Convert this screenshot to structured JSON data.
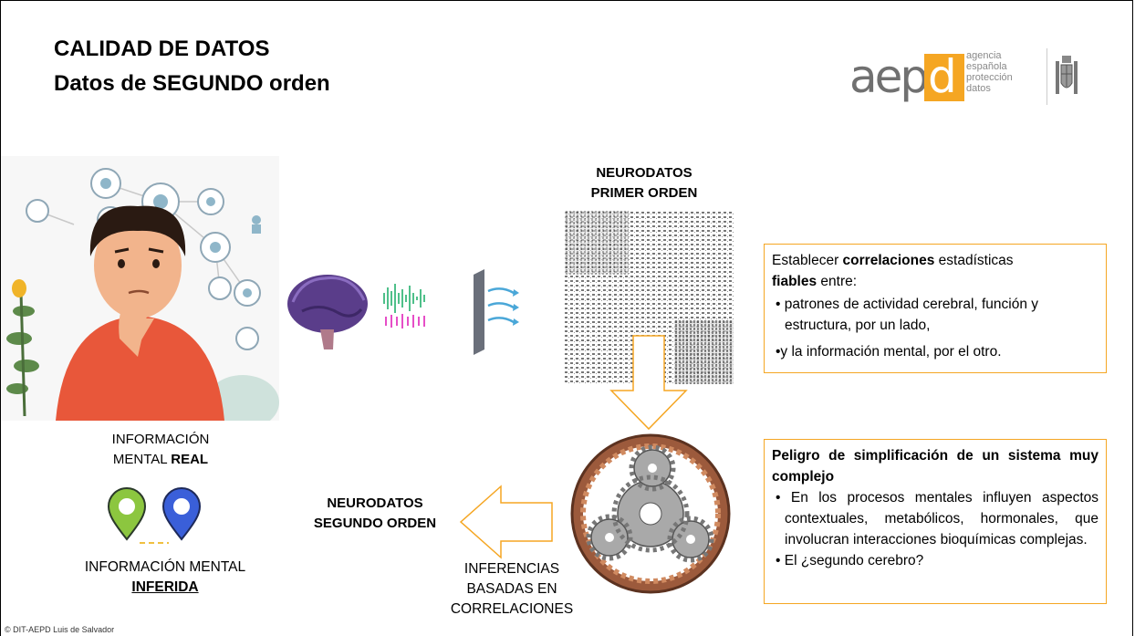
{
  "title": {
    "line1": "CALIDAD DE DATOS",
    "line2": "Datos de SEGUNDO orden"
  },
  "logo": {
    "word": "aepd",
    "lines": [
      "agencia",
      "española",
      "protección",
      "datos"
    ]
  },
  "labels": {
    "first_order_1": "NEURODATOS",
    "first_order_2": "PRIMER ORDEN",
    "real_1": "INFORMACIÓN",
    "real_2": "MENTAL ",
    "real_bold": "REAL",
    "inferred_1": "INFORMACIÓN MENTAL",
    "inferred_bold": "INFERIDA",
    "second_order_1": "NEURODATOS",
    "second_order_2": "SEGUNDO ORDEN",
    "inferences_1": "INFERENCIAS",
    "inferences_2": "BASADAS EN",
    "inferences_3": "CORRELACIONES"
  },
  "box1": {
    "pre": "Establecer ",
    "bold1": "correlaciones",
    "mid": " estadísticas",
    "bold2": "fiables",
    "post": " entre:",
    "bullets": [
      "• patrones de actividad cerebral, función y estructura, por un lado,",
      "•y la información mental, por el otro."
    ]
  },
  "box2": {
    "heading": "Peligro de simplificación de un sistema muy complejo",
    "bullets": [
      "• En los procesos mentales influyen aspectos contextuales, metabólicos, hormonales, que involucran interacciones bioquímicas complejas.",
      "• El ¿segundo cerebro?"
    ]
  },
  "footer": "© DIT-AEPD Luis de Salvador",
  "colors": {
    "accent": "#f5a623",
    "pin_green": "#8cc63f",
    "pin_blue": "#3a5fd9",
    "shirt": "#e8573a"
  }
}
